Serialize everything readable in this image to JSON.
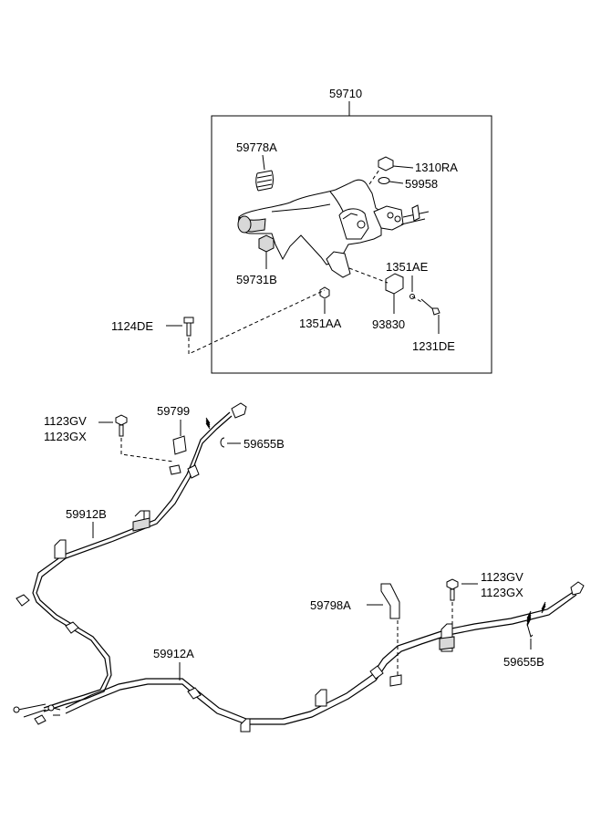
{
  "assembly_label": "59710",
  "labels": {
    "spring": "59778A",
    "nut": "1310RA",
    "washer": "59958",
    "grip": "59731B",
    "switch_screw_upper": "1351AE",
    "switch_nut": "1351AA",
    "switch": "93830",
    "lever_bolt": "1124DE",
    "switch_screw_lower": "1231DE",
    "bolt_left_a": "1123GV",
    "bolt_left_b": "1123GX",
    "bracket_left": "59799",
    "clip_left": "59655B",
    "cable_left": "59912B",
    "cable_right": "59912A",
    "bracket_right": "59798A",
    "bolt_right_a": "1123GV",
    "bolt_right_b": "1123GX",
    "clip_right": "59655B"
  }
}
